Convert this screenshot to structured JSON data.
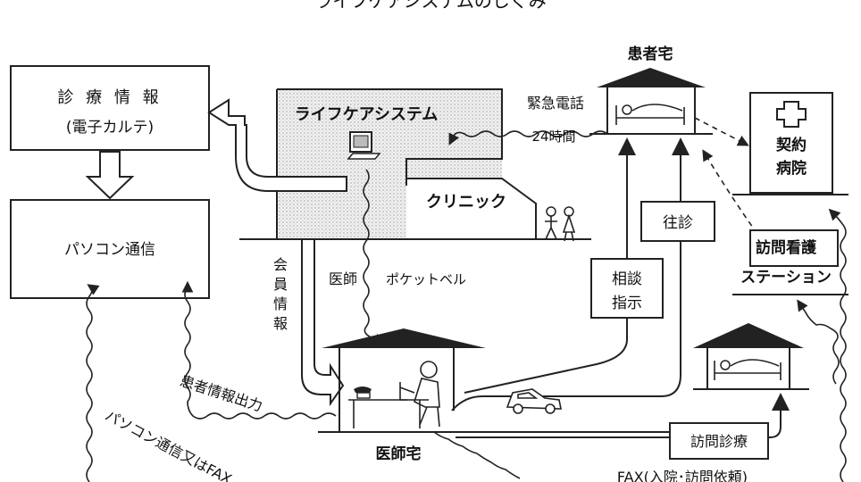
{
  "top_caption": "ライフケアシステムのしくみ",
  "records": {
    "line1": "診 療 情 報",
    "line2": "(電子カルテ)"
  },
  "pasokon": "パソコン通信",
  "lifecare": "ライフケアシステム",
  "clinic": "クリニック",
  "patient_home": "患者宅",
  "emergency_call": "緊急電話",
  "hours_24": "24時間",
  "contract_hospital": {
    "line1": "契約",
    "line2": "病院"
  },
  "home_visit": "往診",
  "visiting_nurse": {
    "line1": "訪問看護",
    "line2": "ステーション"
  },
  "member_info": [
    "会",
    "員",
    "情",
    "報"
  ],
  "doctor": "医師",
  "pocket_bell": "ポケットベル",
  "consult": {
    "line1": "相談",
    "line2": "指示"
  },
  "patient_info_output": "患者情報出力",
  "doctor_home": "医師宅",
  "visit_care": "訪問診療",
  "pasokon_or_fax": "パソコン通信又はFAX",
  "fax_request": "FAX(入院･訪問依頼)"
}
